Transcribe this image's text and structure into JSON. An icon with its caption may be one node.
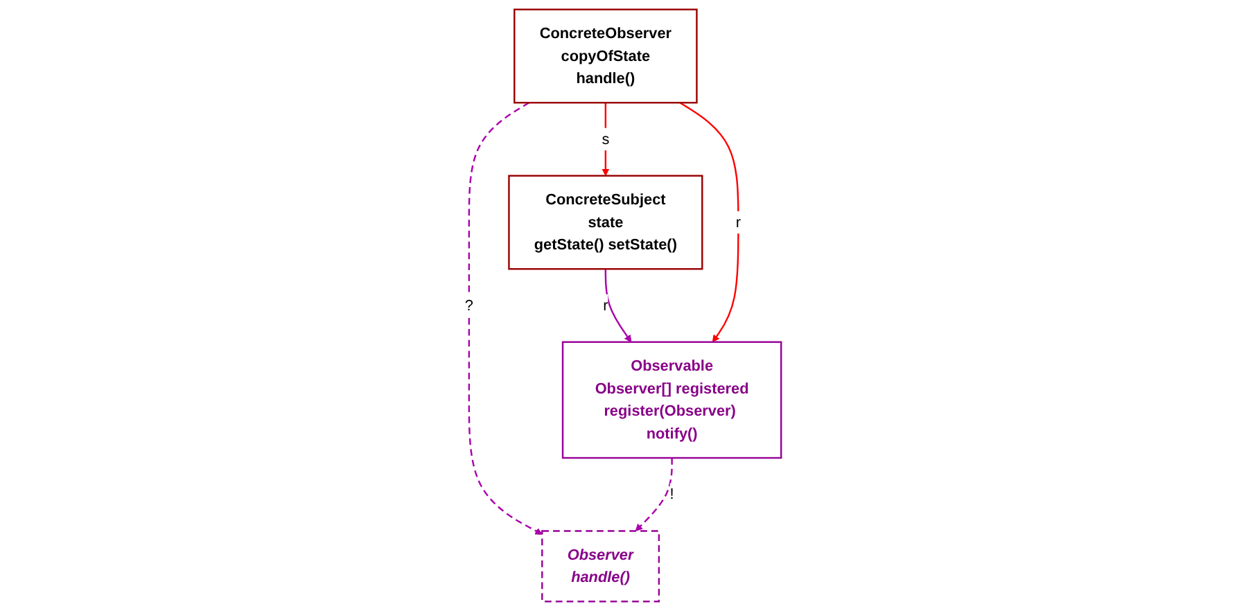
{
  "diagram": {
    "nodes": [
      {
        "text": [
          "ConcreteSubject",
          "state",
          "getState() setState()"
        ]
      },
      {
        "text": [
          "ConcreteObserver",
          "copyOfState",
          "handle()"
        ]
      },
      {
        "text": [
          "Observable",
          "Observer[] registered",
          "register(Observer) notify()"
        ]
      },
      {
        "text": [
          "Observer",
          "handle()"
        ]
      }
    ],
    "edges": [
      {
        "from": 1,
        "to": 0,
        "arrow": "to",
        "label": "s",
        "color": "#ff0000"
      },
      {
        "from": 0,
        "to": 2,
        "arrow": "to",
        "label": "r"
      },
      {
        "from": 1,
        "to": 2,
        "arrow": "to",
        "label": "r",
        "color": "#ff0000"
      },
      {
        "from": 1,
        "to": 3,
        "arrow": "to",
        "label": "?",
        "style": "dashed"
      },
      {
        "from": 2,
        "to": 3,
        "arrow": "to",
        "label": "!",
        "style": "dashed"
      }
    ]
  }
}
